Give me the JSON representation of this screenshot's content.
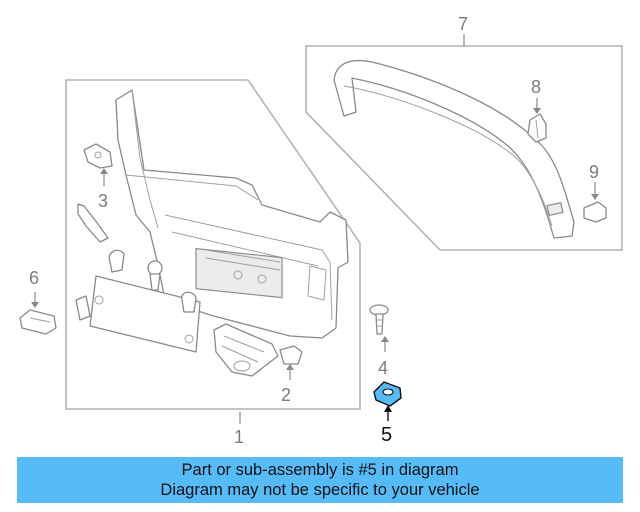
{
  "callouts": {
    "c1": "1",
    "c2": "2",
    "c3": "3",
    "c4": "4",
    "c5": "5",
    "c6": "6",
    "c7": "7",
    "c8": "8",
    "c9": "9"
  },
  "highlight": {
    "color": "#55bcf7"
  },
  "banner": {
    "line1": "Part or sub-assembly is #5 in diagram",
    "line2": "Diagram may not be specific to your vehicle"
  }
}
